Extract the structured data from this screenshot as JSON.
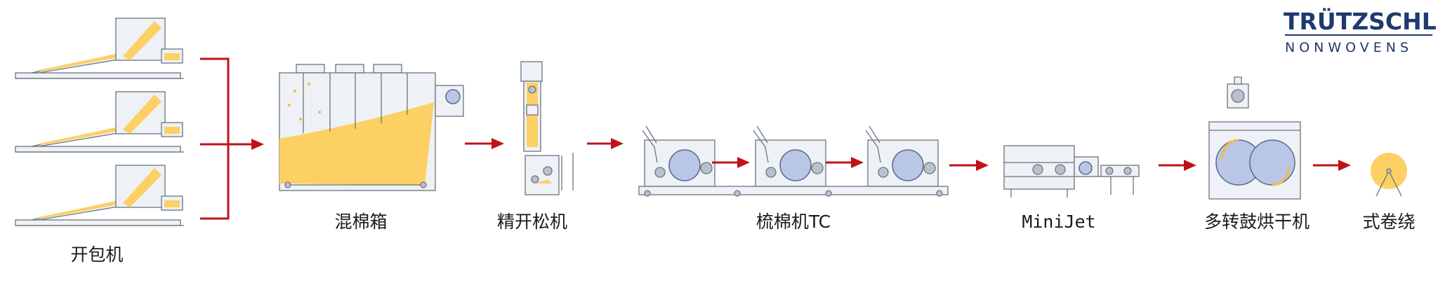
{
  "logo": {
    "line1": "TRÜTZSCHLER",
    "line2": "NONWOVENS",
    "color": "#1f3a6e"
  },
  "stages": [
    {
      "label": "开包机"
    },
    {
      "label": "混棉箱"
    },
    {
      "label": "精开松机"
    },
    {
      "label": "梳棉机TC"
    },
    {
      "label": "MiniJet"
    },
    {
      "label": "多转鼓烘干机"
    },
    {
      "label": "式卷绕"
    }
  ],
  "colors": {
    "arrow": "#c0111b",
    "fiber": "#fcd063",
    "drum": "#b9c6e6",
    "machine_outline": "#6b7480"
  }
}
